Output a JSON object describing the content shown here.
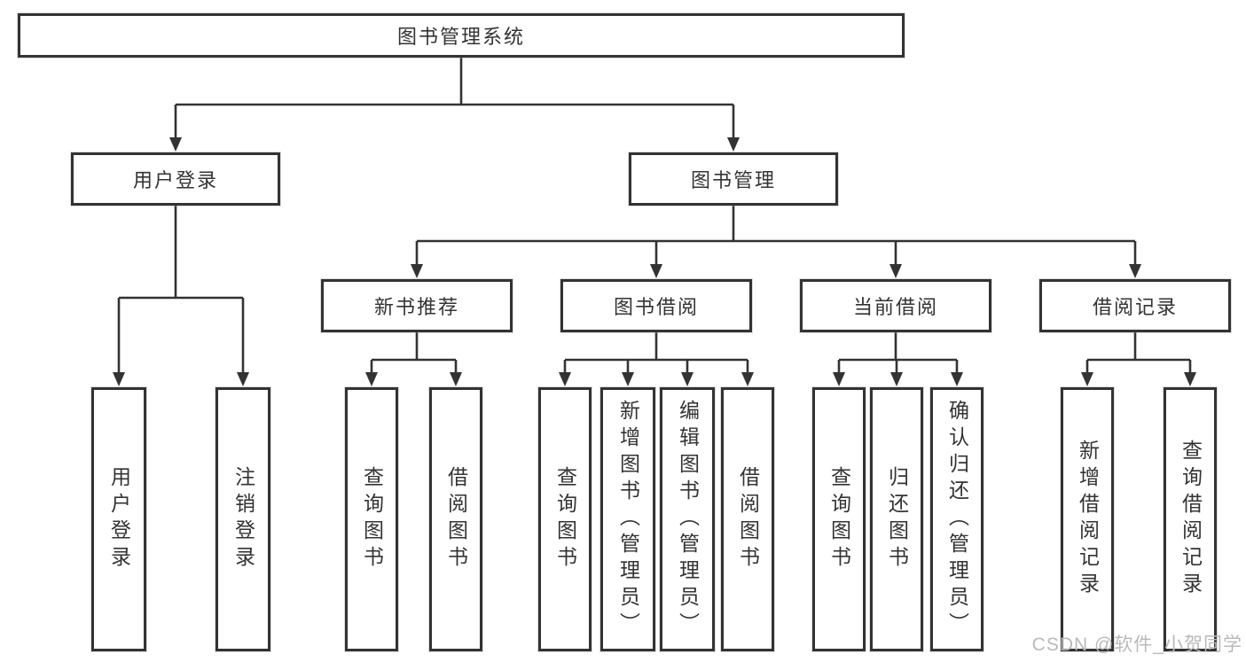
{
  "diagram": {
    "root": {
      "label": "图书管理系统"
    },
    "user_login": {
      "label": "用户登录",
      "children": [
        "用户登录",
        "注销登录"
      ]
    },
    "book_mgmt": {
      "label": "图书管理",
      "groups": [
        {
          "label": "新书推荐",
          "children": [
            "查询图书",
            "借阅图书"
          ]
        },
        {
          "label": "图书借阅",
          "children": [
            "查询图书",
            "新增图书（管理员）",
            "编辑图书（管理员）",
            "借阅图书"
          ]
        },
        {
          "label": "当前借阅",
          "children": [
            "查询图书",
            "归还图书",
            "确认归还（管理员）"
          ]
        },
        {
          "label": "借阅记录",
          "children": [
            "新增借阅记录",
            "查询借阅记录"
          ]
        }
      ]
    }
  },
  "watermark": "CSDN @软件_小贺同学",
  "colors": {
    "line": "#333333",
    "text": "#333333",
    "box_bg": "#ffffff",
    "background": "#ffffff",
    "watermark": "#b9b9b9"
  }
}
